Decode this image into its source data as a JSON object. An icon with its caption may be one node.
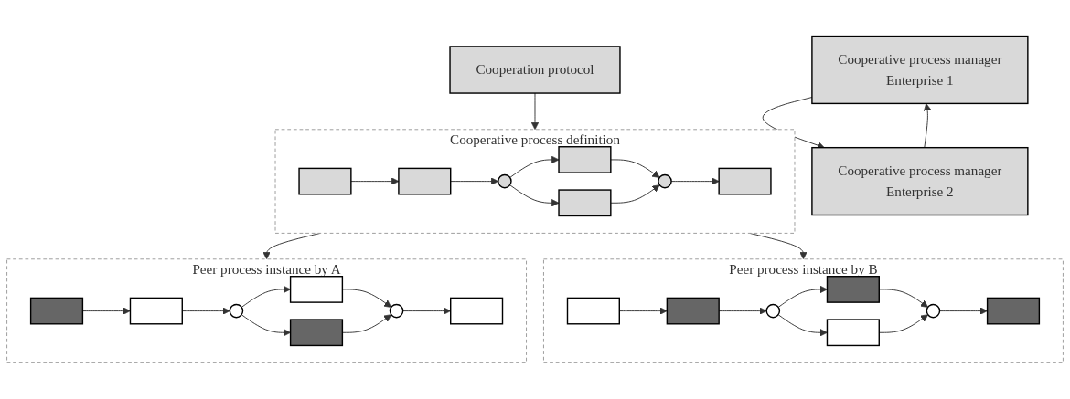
{
  "diagram": {
    "nodes": [
      {
        "text": [
          "Cooperation protocol"
        ]
      },
      {
        "text": [
          "Cooperative process definition"
        ]
      },
      {
        "text": [],
        "shape": "box",
        "in": 1
      },
      {
        "text": [],
        "shape": "box",
        "in": 1
      },
      {
        "text": [],
        "shape": "circle",
        "in": 1
      },
      {
        "text": [],
        "shape": "box",
        "in": 1
      },
      {
        "text": [],
        "shape": "box",
        "in": 1
      },
      {
        "text": [],
        "shape": "circle",
        "in": 1
      },
      {
        "text": [],
        "shape": "box",
        "in": 1
      },
      {
        "text": [
          "Peer process instance by A"
        ]
      },
      {
        "text": [],
        "shape": "box",
        "in": 9
      },
      {
        "text": [],
        "shape": "box",
        "in": 9
      },
      {
        "text": [],
        "shape": "circle",
        "in": 9
      },
      {
        "text": [],
        "shape": "box",
        "in": 9
      },
      {
        "text": [],
        "shape": "box",
        "in": 9
      },
      {
        "text": [],
        "shape": "circle",
        "in": 9
      },
      {
        "text": [],
        "shape": "box",
        "in": 9
      },
      {
        "text": [
          "Peer process instance by B"
        ]
      },
      {
        "text": [],
        "shape": "box",
        "in": 17
      },
      {
        "text": [],
        "shape": "box",
        "in": 17
      },
      {
        "text": [],
        "shape": "circle",
        "in": 17
      },
      {
        "text": [],
        "shape": "box",
        "in": 17
      },
      {
        "text": [],
        "shape": "box",
        "in": 17
      },
      {
        "text": [],
        "shape": "circle",
        "in": 17
      },
      {
        "text": [],
        "shape": "box",
        "in": 17
      },
      {
        "text": [
          "Cooperative process manager",
          "Enterprise 1"
        ]
      },
      {
        "text": [
          "Cooperative process manager",
          "Enterprise 2"
        ]
      }
    ],
    "edges": [
      {
        "from": 0,
        "to": 1,
        "arrow": "to"
      },
      {
        "from": 1,
        "to": 9,
        "arrow": "to"
      },
      {
        "from": 1,
        "to": 17,
        "arrow": "to"
      },
      {
        "from": 2,
        "to": 3,
        "arrow": "to"
      },
      {
        "from": 3,
        "to": 4,
        "arrow": "to"
      },
      {
        "from": 4,
        "to": 5,
        "arrow": "to"
      },
      {
        "from": 4,
        "to": 6,
        "arrow": "to"
      },
      {
        "from": 5,
        "to": 7,
        "arrow": "to"
      },
      {
        "from": 6,
        "to": 7,
        "arrow": "to"
      },
      {
        "from": 7,
        "to": 8,
        "arrow": "to"
      },
      {
        "from": 10,
        "to": 11,
        "arrow": "to"
      },
      {
        "from": 11,
        "to": 12,
        "arrow": "to"
      },
      {
        "from": 12,
        "to": 13,
        "arrow": "to"
      },
      {
        "from": 12,
        "to": 14,
        "arrow": "to"
      },
      {
        "from": 13,
        "to": 15,
        "arrow": "to"
      },
      {
        "from": 14,
        "to": 15,
        "arrow": "to"
      },
      {
        "from": 15,
        "to": 16,
        "arrow": "to"
      },
      {
        "from": 18,
        "to": 19,
        "arrow": "to"
      },
      {
        "from": 19,
        "to": 20,
        "arrow": "to"
      },
      {
        "from": 20,
        "to": 21,
        "arrow": "to"
      },
      {
        "from": 20,
        "to": 22,
        "arrow": "to"
      },
      {
        "from": 21,
        "to": 23,
        "arrow": "to"
      },
      {
        "from": 22,
        "to": 23,
        "arrow": "to"
      },
      {
        "from": 23,
        "to": 24,
        "arrow": "to"
      },
      {
        "from": 26,
        "to": 25,
        "arrow": "to"
      },
      {
        "from": 25,
        "to": 26,
        "arrow": "to"
      }
    ]
  }
}
